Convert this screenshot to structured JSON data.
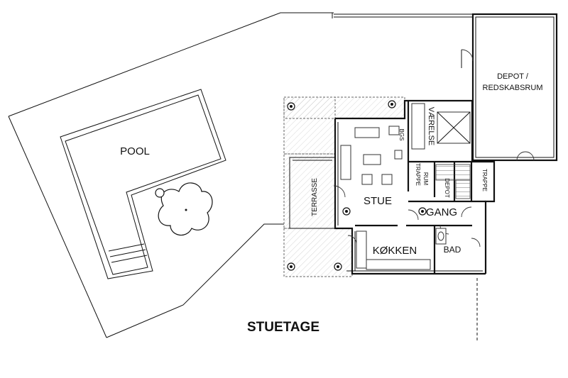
{
  "labels": {
    "pool": "POOL",
    "depot": "DEPOT /",
    "redskabsrum": "REDSKABSRUM",
    "vaerelse": "VÆRELSE",
    "trapperum_1": "TRAPPE",
    "trapperum_2": "RUM",
    "trappe": "TRAPPE",
    "terrasse": "TERRASSE",
    "stue": "STUE",
    "bryggers": "BGS",
    "depot_small": "DEPOT",
    "gang": "GANG",
    "koekken": "KØKKEN",
    "bad": "BAD",
    "floor": "STUETAGE"
  },
  "colors": {
    "line": "#111111",
    "terrace_hatch": "#bbbbbb",
    "background": "#ffffff"
  }
}
